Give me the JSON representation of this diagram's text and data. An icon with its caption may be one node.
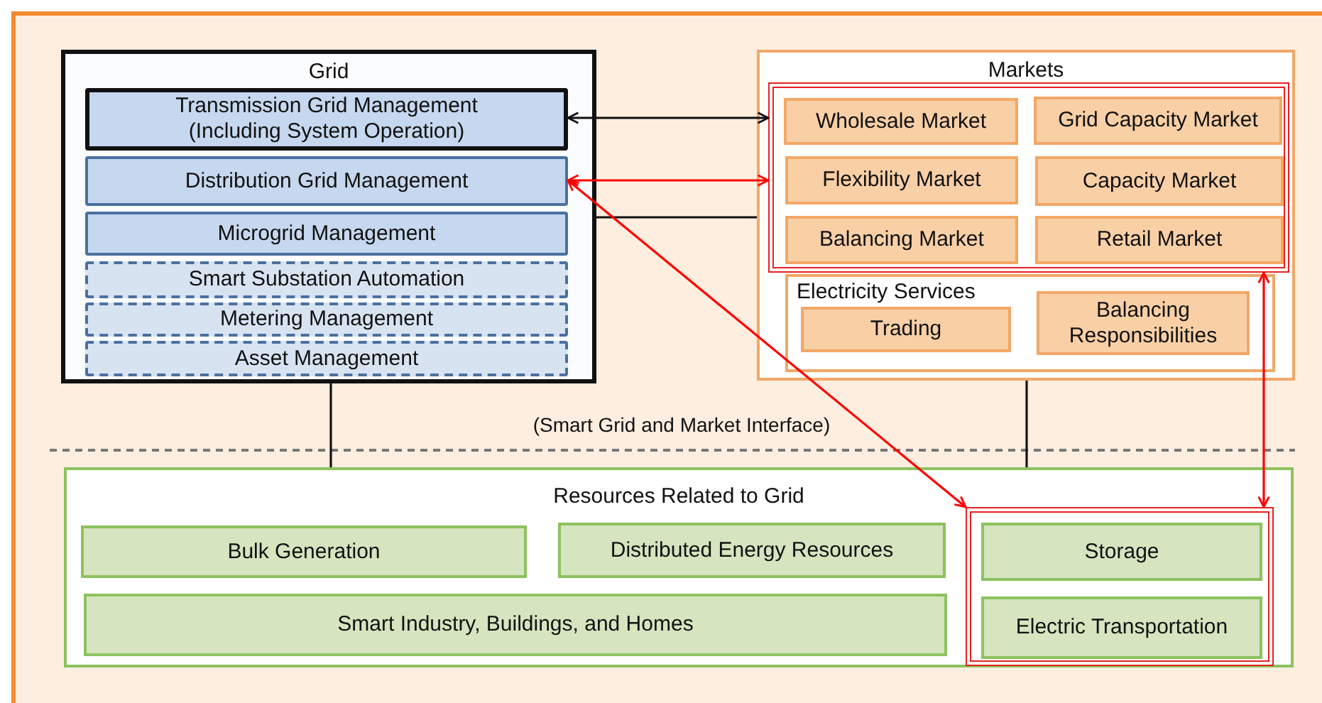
{
  "diagram": {
    "nodes": [
      {
        "text": [
          "Grid"
        ]
      },
      {
        "text": [
          "Transmission Grid Management (Including System Operation)"
        ],
        "in": 0
      },
      {
        "text": [
          "Distribution Grid Management"
        ],
        "in": 0
      },
      {
        "text": [
          "Microgrid Management"
        ],
        "in": 0
      },
      {
        "text": [
          "Smart Substation Automation"
        ],
        "in": 0
      },
      {
        "text": [
          "Metering Management"
        ],
        "in": 0
      },
      {
        "text": [
          "Asset Management"
        ],
        "in": 0
      },
      {
        "text": [
          "Markets"
        ]
      },
      {
        "text": [],
        "shape": "box",
        "in": 7
      },
      {
        "text": [
          "Wholesale Market"
        ],
        "in": 8
      },
      {
        "text": [
          "Grid Capacity Market"
        ],
        "in": 8
      },
      {
        "text": [
          "Flexibility Market"
        ],
        "in": 8
      },
      {
        "text": [
          "Capacity Market"
        ],
        "in": 8
      },
      {
        "text": [
          "Balancing Market"
        ],
        "in": 8
      },
      {
        "text": [
          "Retail Market"
        ],
        "in": 8
      },
      {
        "text": [
          "Electricity Services"
        ],
        "in": 7
      },
      {
        "text": [
          "Trading"
        ],
        "in": 15
      },
      {
        "text": [
          "Balancing Responsibilities"
        ],
        "in": 15
      },
      {
        "text": [
          "Resources Related to Grid"
        ]
      },
      {
        "text": [
          "Bulk Generation"
        ],
        "in": 18
      },
      {
        "text": [
          "Distributed Energy Resources"
        ],
        "in": 18
      },
      {
        "text": [
          "Smart Industry, Buildings, and Homes"
        ],
        "in": 18
      },
      {
        "text": [],
        "shape": "box",
        "in": 18
      },
      {
        "text": [
          "Storage"
        ],
        "in": 22
      },
      {
        "text": [
          "Electric Transportation"
        ],
        "in": 22
      }
    ],
    "edges": [
      {
        "from": 1,
        "to": 8,
        "arrow": "both"
      },
      {
        "from": 2,
        "to": 8,
        "arrow": "both",
        "color": "#ff0000"
      },
      {
        "from": 0,
        "to": 7,
        "arrow": "none"
      },
      {
        "from": 2,
        "to": 22,
        "arrow": "both",
        "color": "#ff0000"
      },
      {
        "from": 8,
        "to": 22,
        "arrow": "both",
        "color": "#ff0000"
      },
      {
        "from": 0,
        "to": 18,
        "arrow": "none"
      },
      {
        "from": 7,
        "to": 18,
        "arrow": "none"
      }
    ],
    "labels": [
      "(Smart Grid and Market Interface)"
    ]
  }
}
